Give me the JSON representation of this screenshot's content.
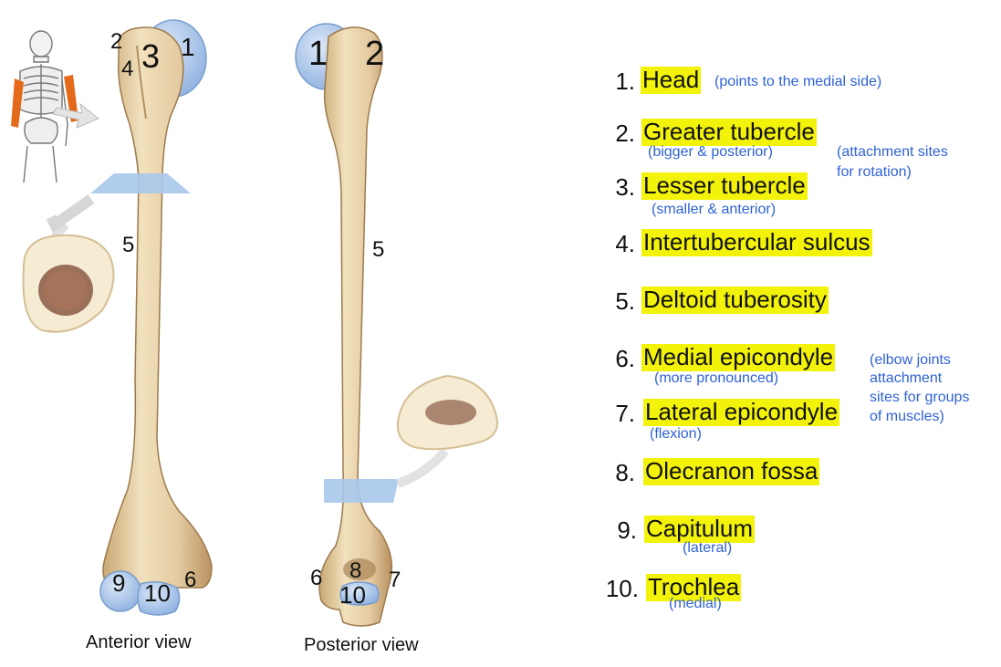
{
  "views": {
    "anterior": "Anterior view",
    "posterior": "Posterior view"
  },
  "bone_markers": {
    "anterior": [
      "2",
      "4",
      "3",
      "1",
      "5",
      "9",
      "10",
      "6"
    ],
    "posterior": [
      "1",
      "2",
      "5",
      "6",
      "8",
      "10",
      "7"
    ]
  },
  "terms": [
    {
      "num": "1.",
      "name": "Head",
      "note": "(points to the medial side)"
    },
    {
      "num": "2.",
      "name": "Greater tubercle",
      "note": "(bigger & posterior)"
    },
    {
      "num": "3.",
      "name": "Lesser tubercle",
      "note": "(smaller & anterior)"
    },
    {
      "num": "4.",
      "name": "Intertubercular sulcus",
      "note": ""
    },
    {
      "num": "5.",
      "name": "Deltoid tuberosity",
      "note": ""
    },
    {
      "num": "6.",
      "name": "Medial epicondyle",
      "note": "(more pronounced)"
    },
    {
      "num": "7.",
      "name": "Lateral epicondyle",
      "note": "(flexion)"
    },
    {
      "num": "8.",
      "name": "Olecranon fossa",
      "note": ""
    },
    {
      "num": "9.",
      "name": "Capitulum",
      "note": "(lateral)"
    },
    {
      "num": "10.",
      "name": "Trochlea",
      "note": "(medial)"
    }
  ],
  "side_notes": {
    "tubercles": [
      "(attachment sites",
      "for rotation)"
    ],
    "epicondyles": [
      "(elbow joints",
      "attachment",
      "sites for groups",
      "of muscles)"
    ]
  },
  "colors": {
    "highlight": "#f2f20a",
    "note_text": "#2f62d6",
    "bone": "#e8d3a6",
    "cartilage": "#a9c6ec"
  }
}
